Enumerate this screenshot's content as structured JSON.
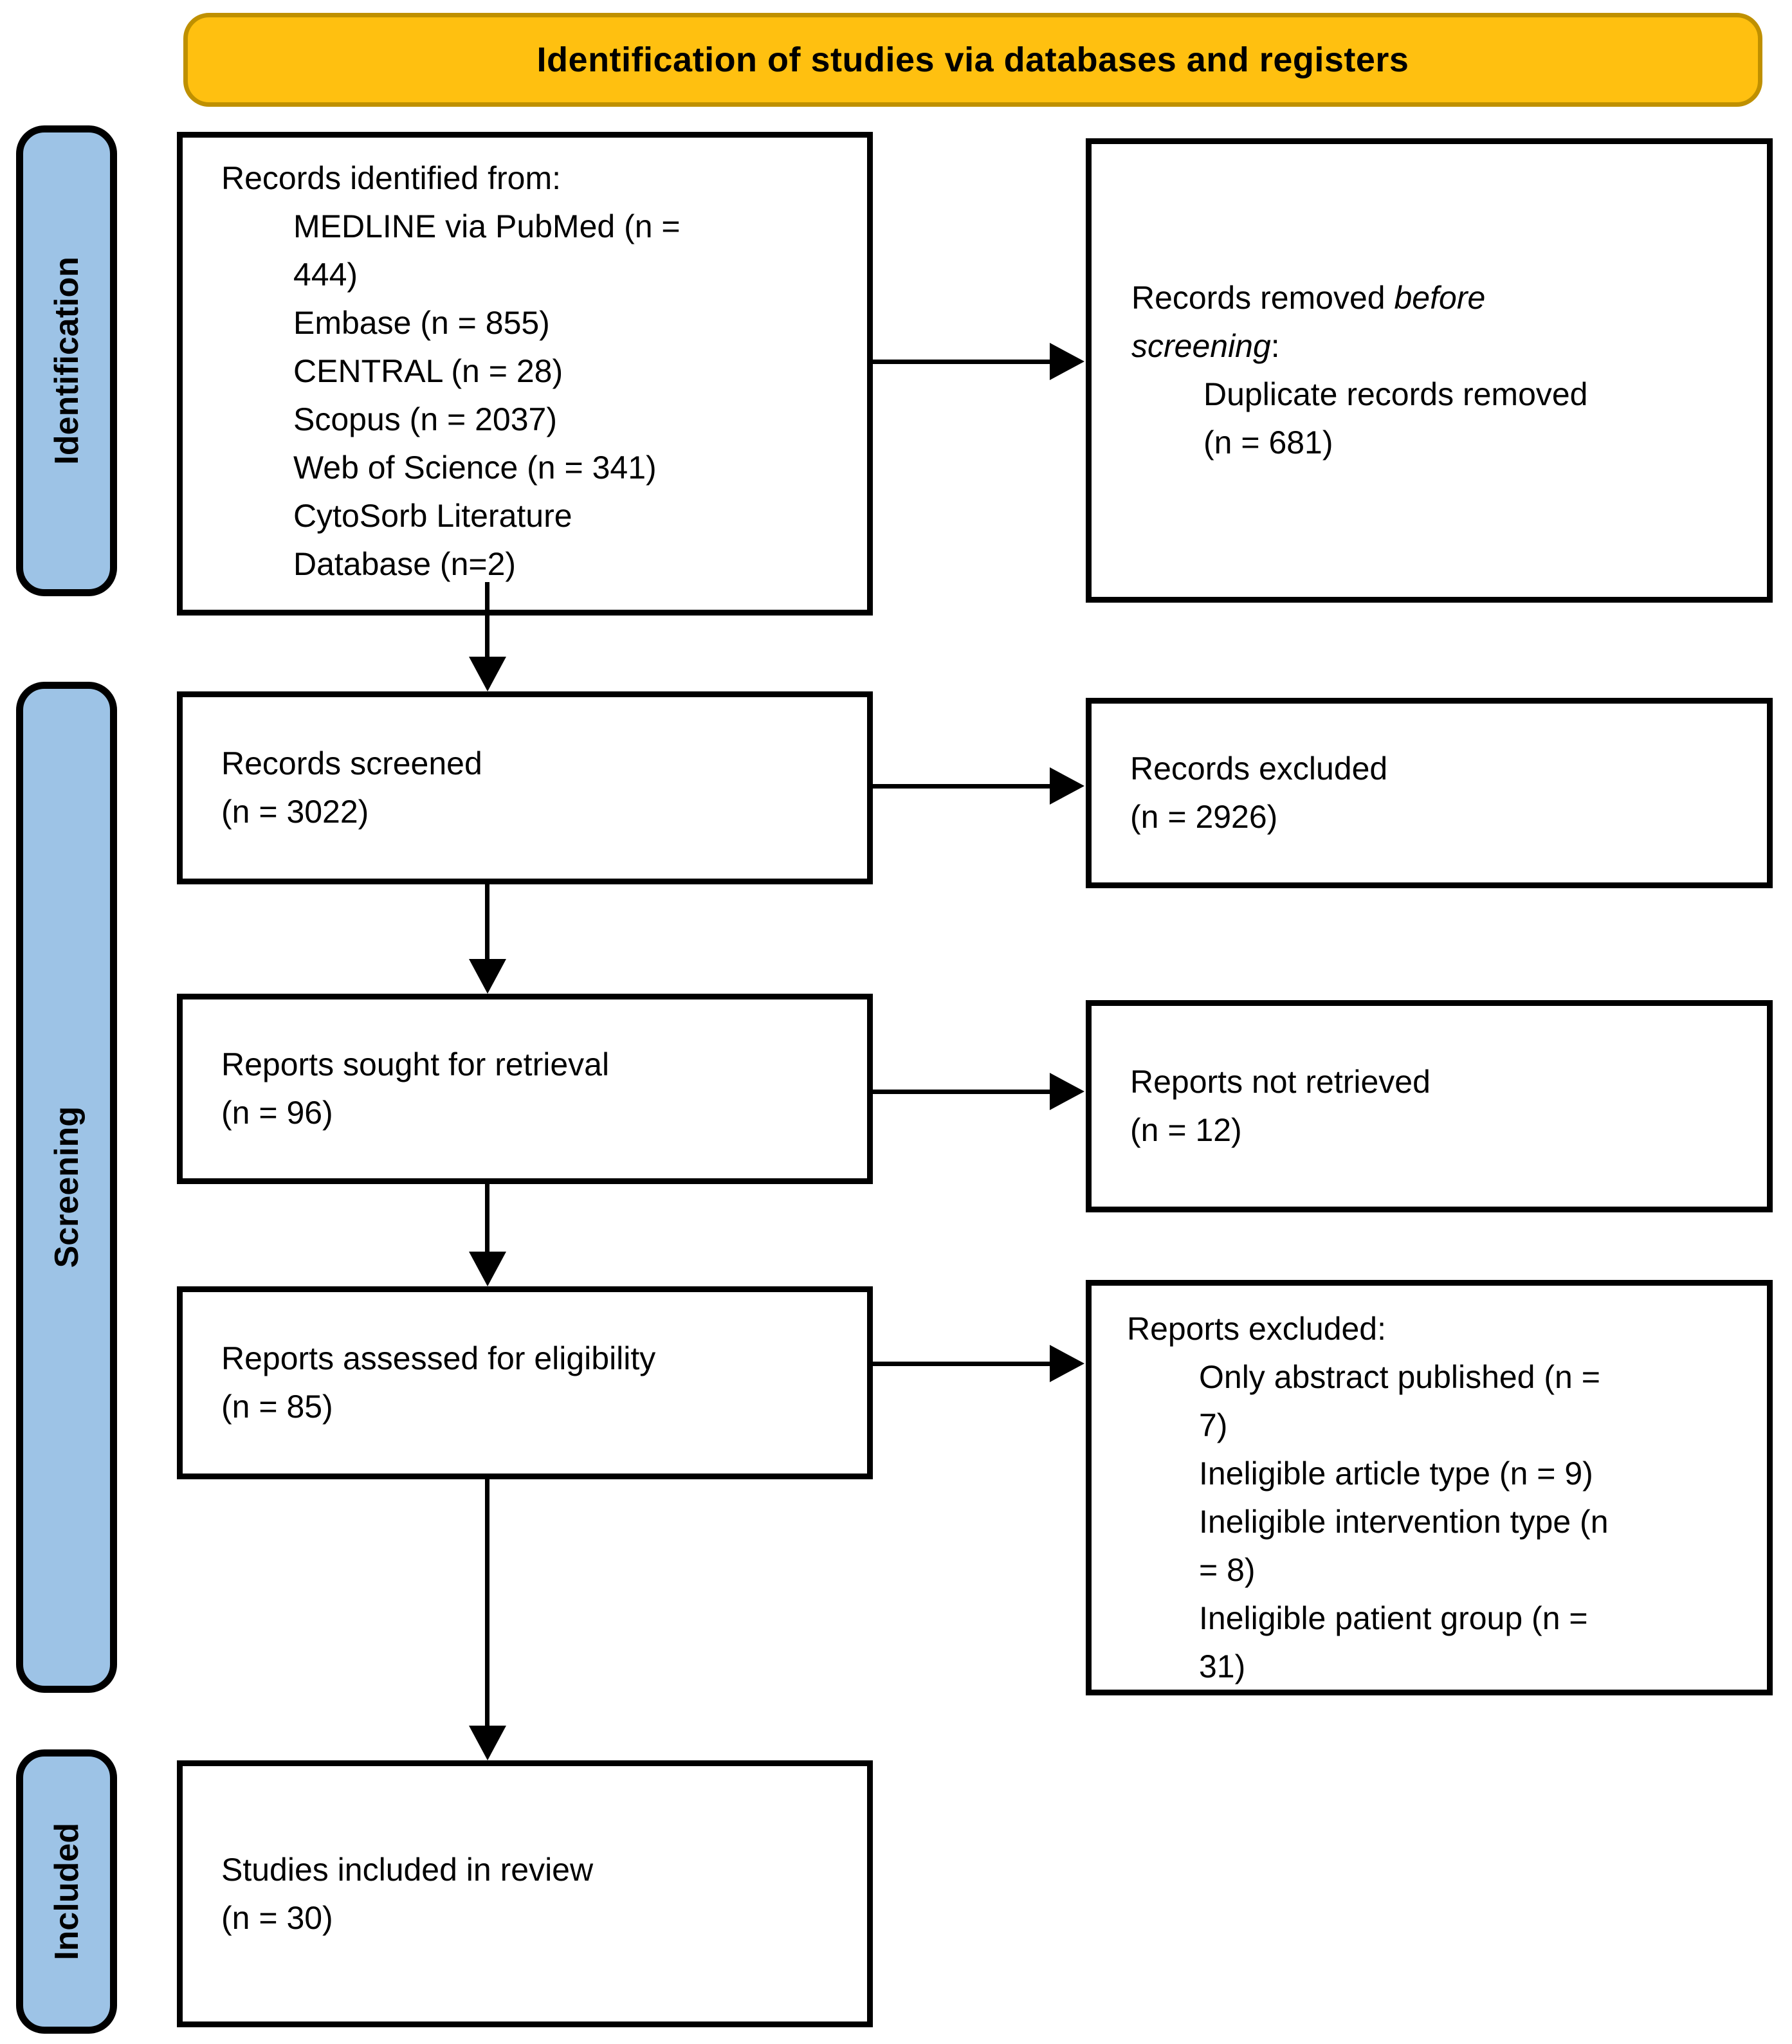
{
  "banner": {
    "title": "Identification of studies via databases and registers"
  },
  "stages": [
    {
      "label": "Identification"
    },
    {
      "label": "Screening"
    },
    {
      "label": "Included"
    }
  ],
  "boxes": {
    "records_identified": {
      "title": "Records identified from:",
      "items": [
        "MEDLINE via PubMed (n = 444)",
        "Embase (n = 855)",
        "CENTRAL (n = 28)",
        "Scopus (n = 2037)",
        "Web of Science (n = 341)",
        "CytoSorb Literature Database (n=2)"
      ]
    },
    "records_removed": {
      "title_prefix": "Records removed ",
      "title_italic": "before screening",
      "title_suffix": ":",
      "items": [
        "Duplicate records removed (n = 681)"
      ]
    },
    "records_screened": {
      "lines": [
        "Records screened",
        "(n = 3022)"
      ]
    },
    "records_excluded": {
      "lines": [
        "Records excluded",
        "(n = 2926)"
      ]
    },
    "reports_sought": {
      "lines": [
        "Reports sought for retrieval",
        "(n = 96)"
      ]
    },
    "reports_not_retrieved": {
      "lines": [
        "Reports not retrieved",
        "(n = 12)"
      ]
    },
    "reports_assessed": {
      "lines": [
        "Reports assessed for eligibility",
        "(n = 85)"
      ]
    },
    "reports_excluded": {
      "title": "Reports excluded:",
      "items": [
        "Only abstract published (n = 7)",
        "Ineligible article type (n = 9)",
        "Ineligible intervention type (n = 8)",
        "Ineligible patient group (n = 31)"
      ]
    },
    "studies_included": {
      "lines": [
        "Studies included in review",
        "(n = 30)"
      ]
    }
  },
  "colors": {
    "banner_fill": "#FFC010",
    "banner_border": "#BF9000",
    "stage_fill": "#9DC3E6",
    "box_border": "#000000",
    "arrow": "#000000",
    "background": "#FFFFFF"
  }
}
